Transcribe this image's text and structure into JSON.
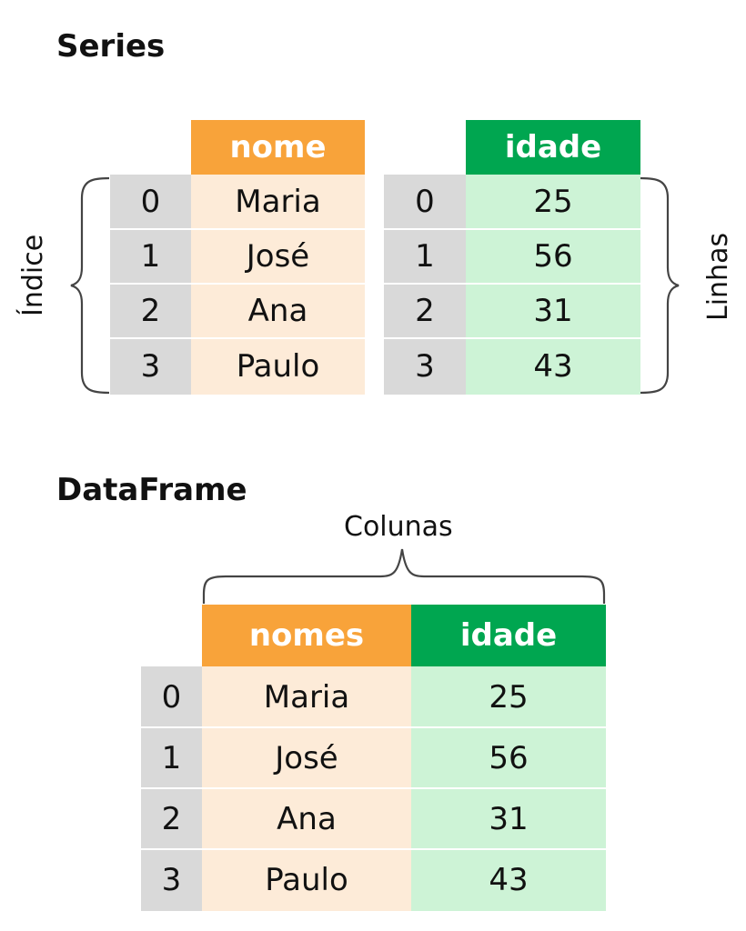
{
  "series": {
    "title": "Series",
    "left": {
      "header": "nome",
      "index": [
        "0",
        "1",
        "2",
        "3"
      ],
      "values": [
        "Maria",
        "José",
        "Ana",
        "Paulo"
      ]
    },
    "right": {
      "header": "idade",
      "index": [
        "0",
        "1",
        "2",
        "3"
      ],
      "values": [
        "25",
        "56",
        "31",
        "43"
      ]
    },
    "index_label": "Índice",
    "rows_label": "Linhas"
  },
  "dataframe": {
    "title": "DataFrame",
    "columns_label": "Colunas",
    "headers": [
      "nomes",
      "idade"
    ],
    "index": [
      "0",
      "1",
      "2",
      "3"
    ],
    "names": [
      "Maria",
      "José",
      "Ana",
      "Paulo"
    ],
    "ages": [
      "25",
      "56",
      "31",
      "43"
    ]
  },
  "colors": {
    "orange_header": "#f8a33a",
    "green_header": "#00a650",
    "orange_cell": "#fdebd8",
    "green_cell": "#cdf3d6",
    "index_cell": "#d9d9d9"
  }
}
